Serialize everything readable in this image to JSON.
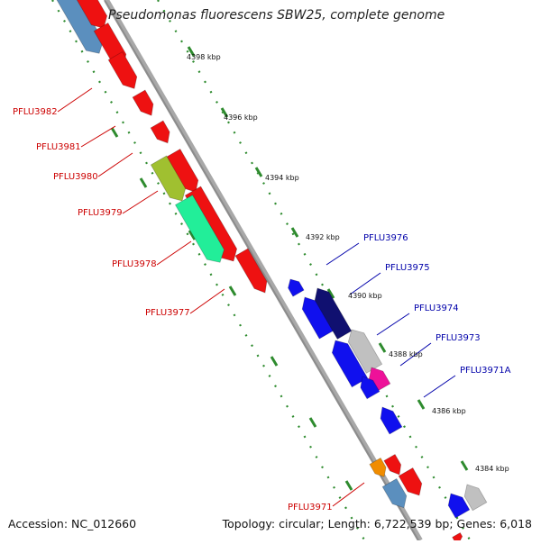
{
  "title": "Pseudomonas fluorescens SBW25, complete genome",
  "accession": "Accession: NC_012660",
  "summary": "Topology: circular; Length: 6,722,539 bp; Genes: 6,018",
  "colors": {
    "backbone": "#8c8c8c",
    "tick": "#2e8b2e",
    "forward_label": "#cc0000",
    "reverse_label": "#0000aa"
  },
  "ticks": [
    "4398 kbp",
    "4396 kbp",
    "4394 kbp",
    "4392 kbp",
    "4390 kbp",
    "4388 kbp",
    "4386 kbp",
    "4384 kbp"
  ],
  "forward_labels": [
    "PFLU3982",
    "PFLU3981",
    "PFLU3980",
    "PFLU3979",
    "PFLU3978",
    "PFLU3977",
    "PFLU3971"
  ],
  "reverse_labels": [
    "PFLU3976",
    "PFLU3975",
    "PFLU3974",
    "PFLU3973",
    "PFLU3971A"
  ],
  "gene_colors": {
    "red": "#ee1111",
    "steel_blue": "#5b8fbe",
    "olive": "#a0c030",
    "aqua": "#22ee99",
    "blue": "#1010ee",
    "navy": "#101070",
    "gray": "#c0c0c0",
    "magenta": "#ee1199",
    "orange": "#f08c00"
  }
}
